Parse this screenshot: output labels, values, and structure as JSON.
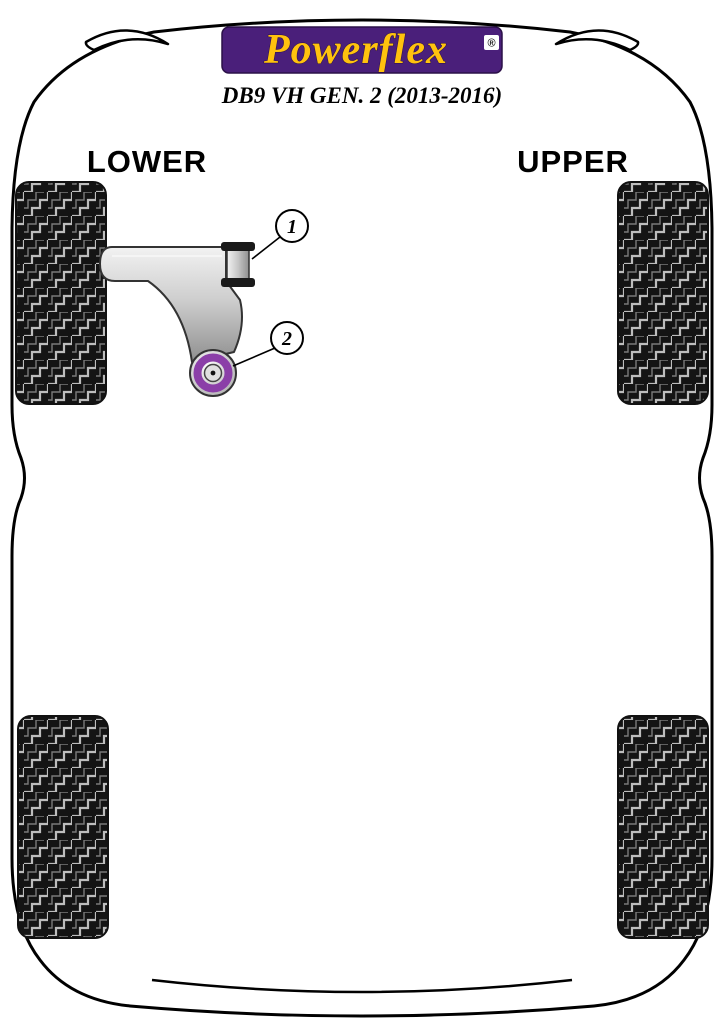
{
  "header": {
    "brand": "Powerflex",
    "registered_mark": "®",
    "subtitle": "DB9 VH GEN. 2 (2013-2016)"
  },
  "labels": {
    "lower": "LOWER",
    "upper": "UPPER"
  },
  "callouts": [
    {
      "number": "1"
    },
    {
      "number": "2"
    }
  ],
  "colors": {
    "brand_purple": "#4A1F7A",
    "brand_gold": "#FFC20E",
    "bushing_purple": "#8B3FA8",
    "outline_black": "#000000",
    "tire_black": "#141414",
    "tread_grey": "#BDBDBD"
  }
}
